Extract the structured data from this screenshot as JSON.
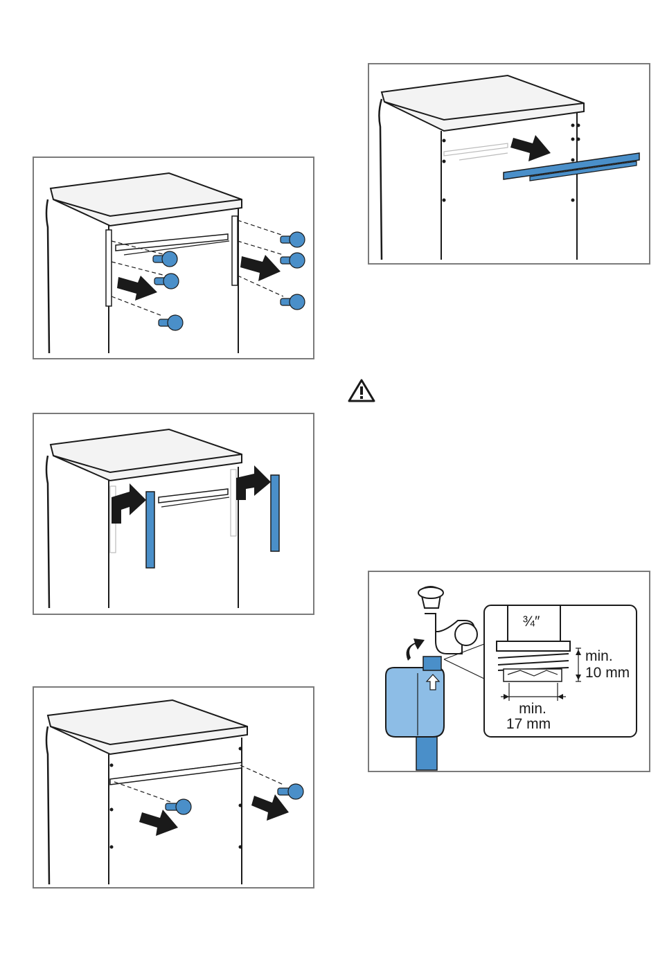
{
  "figure_5": {
    "fraction": "¾″",
    "height_label_line1": "min.",
    "height_label_line2": "10 mm",
    "width_label_line1": "min.",
    "width_label_line2": "17 mm"
  },
  "colors": {
    "part_blue": "#4a8fc9",
    "part_blue_light": "#8dbde6",
    "frame_gray": "#7a7a7a",
    "line": "#1a1a1a"
  },
  "icons": {
    "warning": "warning-triangle-icon"
  }
}
